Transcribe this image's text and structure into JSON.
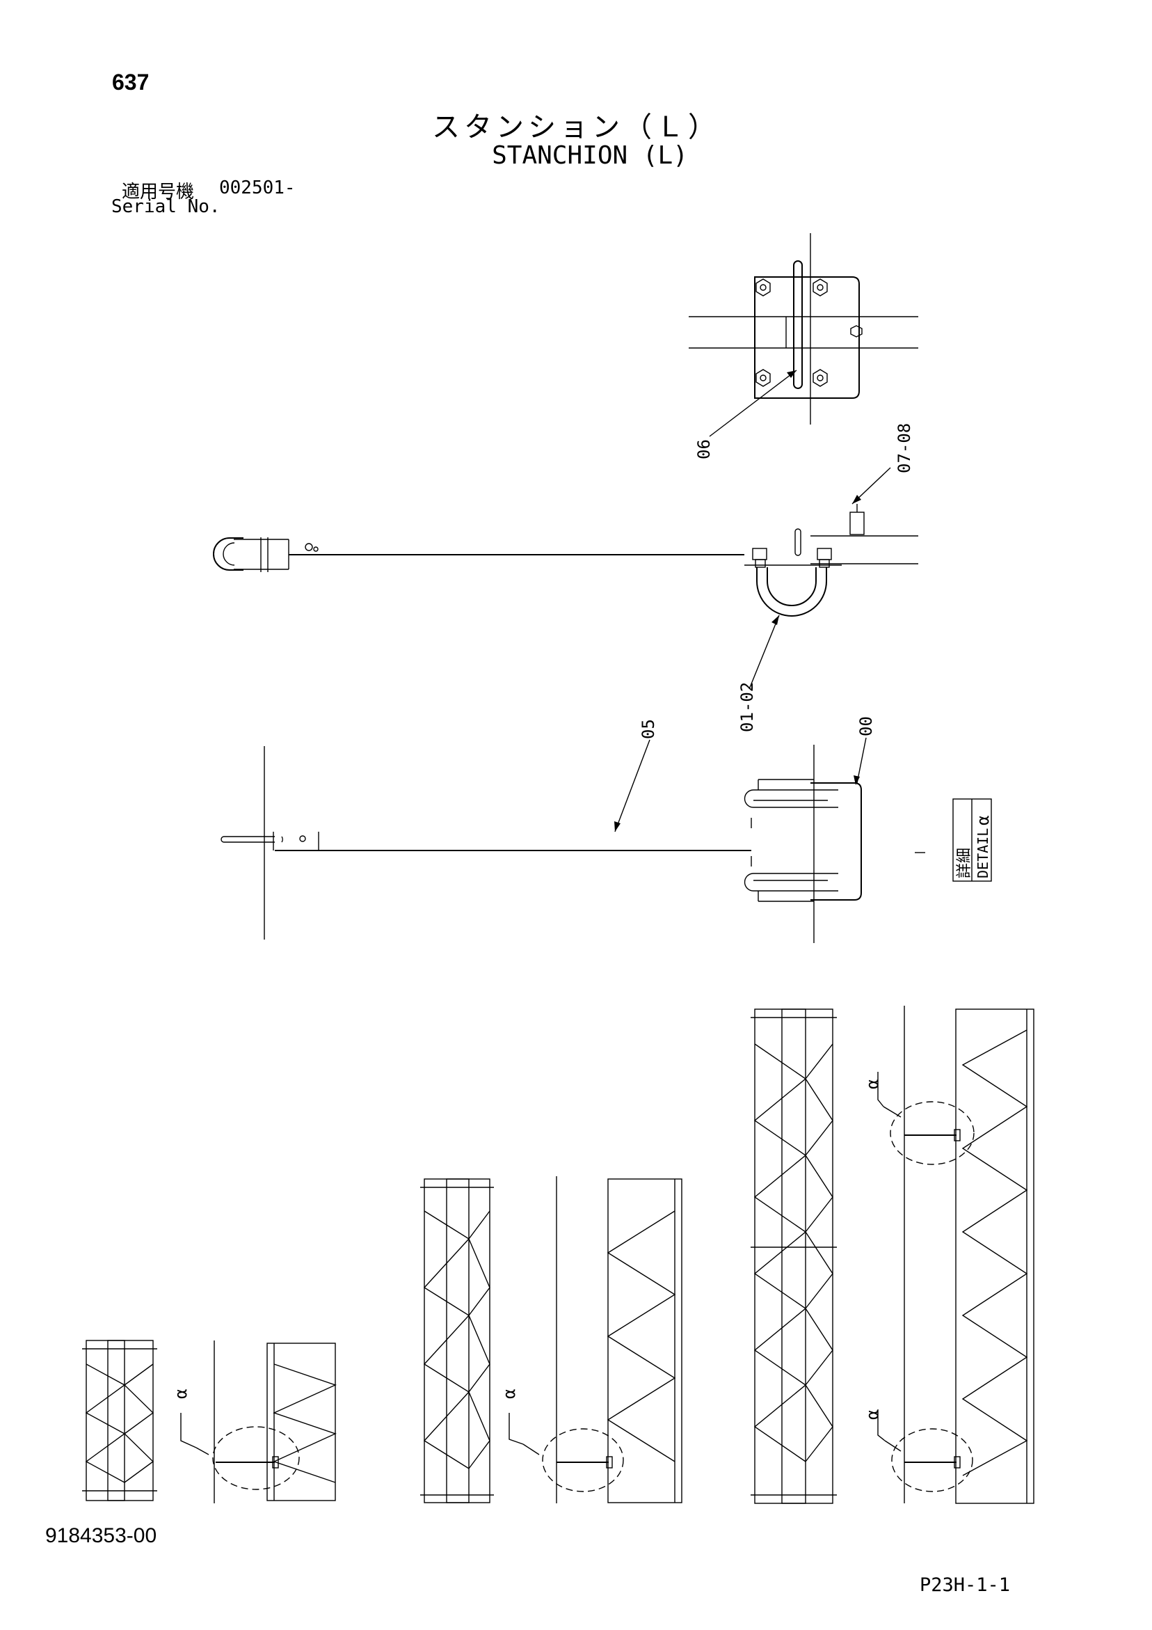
{
  "page_number": "637",
  "title_jp": "スタンション（Ｌ）",
  "title_en": "STANCHION (L)",
  "serial": {
    "label_jp": "適用号機",
    "value": "002501-",
    "label_en": "Serial No."
  },
  "callouts": {
    "c06": "06",
    "c0708": "07-08",
    "c0102": "01-02",
    "c05": "05",
    "c00": "00"
  },
  "detail": {
    "letter": "α",
    "jp": "詳細",
    "en": "DETAIL"
  },
  "detail_marks": [
    "α",
    "α",
    "α",
    "α"
  ],
  "doc_number": "9184353-00",
  "page_ref": "P23H-1-1"
}
